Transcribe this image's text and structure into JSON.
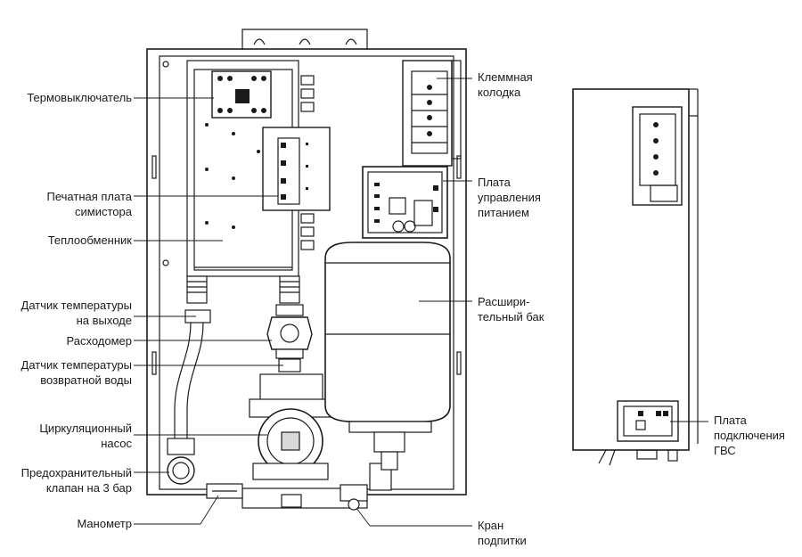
{
  "labels": {
    "thermo_switch": "Термовыключатель",
    "triac_board": [
      "Печатная плата",
      "симистора"
    ],
    "heat_exchanger": "Теплообменник",
    "temp_sensor_out": [
      "Датчик температуры",
      "на выходе"
    ],
    "flowmeter": "Расходомер",
    "temp_sensor_return": [
      "Датчик температуры",
      "возвратной воды"
    ],
    "circ_pump": [
      "Циркуляционный",
      "насос"
    ],
    "safety_valve": [
      "Предохранительный",
      "клапан на 3 бар"
    ],
    "manometer": "Манометр",
    "terminal_block": [
      "Клеммная",
      "колодка"
    ],
    "power_board": [
      "Плата",
      "управления",
      "питанием"
    ],
    "expansion_tank": [
      "Расшири-",
      "тельный бак"
    ],
    "fill_valve": [
      "Кран",
      "подпитки"
    ],
    "dhw_board": [
      "Плата",
      "подключения",
      "ГВС"
    ]
  },
  "colors": {
    "line": "#1a1a1a",
    "panel": "#ffffff",
    "shade": "#d9d9d9",
    "dark": "#3a3a3a"
  }
}
